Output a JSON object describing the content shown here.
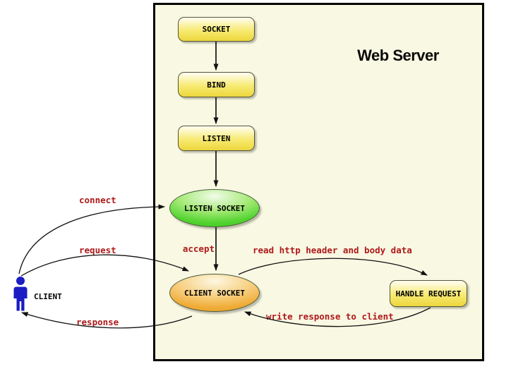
{
  "diagram": {
    "title": "Web Server",
    "nodes": {
      "socket": "SOCKET",
      "bind": "BIND",
      "listen": "LISTEN",
      "listen_socket": "LISTEN SOCKET",
      "client_socket": "CLIENT SOCKET",
      "handle_request": "HANDLE REQUEST"
    },
    "actor": {
      "label": "CLIENT"
    },
    "edges": {
      "connect": "connect",
      "request": "request",
      "response": "response",
      "accept": "accept",
      "read_http": "read http header and body data",
      "write_response": "write response to client"
    },
    "colors": {
      "canvas_bg": "#FFFFFF",
      "server_bg": "#F8F8E3",
      "server_border": "#000000",
      "yellow_node": "#EDD73C",
      "green_node": "#3BC91E",
      "orange_node": "#EDA22A",
      "edge_label_red": "#AE1A1A",
      "actor_blue": "#1C1CC4",
      "arrow": "#111111"
    }
  }
}
